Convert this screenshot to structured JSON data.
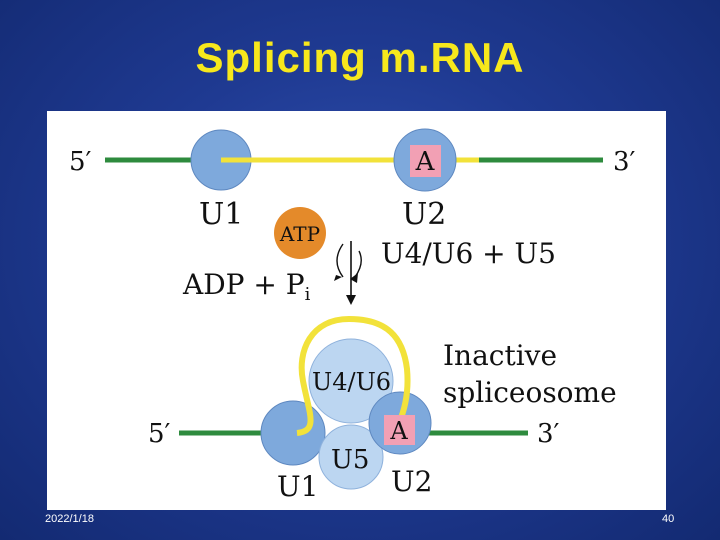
{
  "slide": {
    "title": "Splicing m.RNA",
    "footer_date": "2022/1/18",
    "page_number": "40"
  },
  "diagram": {
    "top": {
      "five_prime": "5′",
      "three_prime": "3′",
      "u1": "U1",
      "u2": "U2",
      "branch_a": "A"
    },
    "reaction": {
      "atp": "ATP",
      "adp": "ADP + P",
      "pi_subscript": "i",
      "added": "U4/U6 + U5"
    },
    "bottom": {
      "inactive_line1": "Inactive",
      "inactive_line2": "spliceosome",
      "five_prime": "5′",
      "three_prime": "3′",
      "u4u6": "U4/U6",
      "u5": "U5",
      "u1": "U1",
      "u2": "U2",
      "branch_a": "A"
    }
  },
  "colors": {
    "title": "#f7e81c",
    "exon_green": "#2e8b3e",
    "intron_yellow": "#f2e23a",
    "snrnp_blue": "#7ea9dc",
    "snrnp_light_blue": "#bcd6f1",
    "atp_orange": "#e48a2a",
    "branch_pink": "#f2a0b4"
  }
}
